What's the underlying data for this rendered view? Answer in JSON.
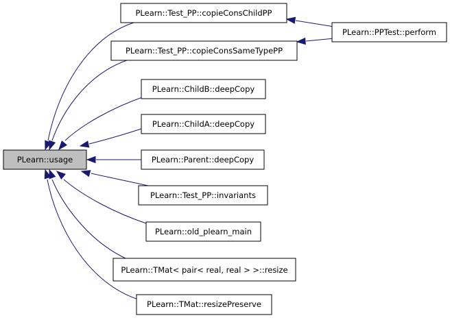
{
  "colors": {
    "edge": "#191970",
    "root_fill": "#bfbfbf",
    "node_fill": "#ffffff",
    "border": "#000000"
  },
  "nodes": {
    "usage": {
      "label": "PLearn::usage",
      "highlighted": true
    },
    "copieConsChildPP": {
      "label": "PLearn::Test_PP::copieConsChildPP"
    },
    "copieConsSameTypePP": {
      "label": "PLearn::Test_PP::copieConsSameTypePP"
    },
    "perform": {
      "label": "PLearn::PPTest::perform"
    },
    "childB": {
      "label": "PLearn::ChildB::deepCopy"
    },
    "childA": {
      "label": "PLearn::ChildA::deepCopy"
    },
    "parent": {
      "label": "PLearn::Parent::deepCopy"
    },
    "invariants": {
      "label": "PLearn::Test_PP::invariants"
    },
    "oldMain": {
      "label": "PLearn::old_plearn_main"
    },
    "tmatResize": {
      "label": "PLearn::TMat< pair< real, real > >::resize"
    },
    "resizePreserve": {
      "label": "PLearn::TMat::resizePreserve"
    }
  },
  "edges": [
    {
      "from": "copieConsChildPP",
      "to": "usage"
    },
    {
      "from": "copieConsSameTypePP",
      "to": "usage"
    },
    {
      "from": "childB",
      "to": "usage"
    },
    {
      "from": "childA",
      "to": "usage"
    },
    {
      "from": "parent",
      "to": "usage"
    },
    {
      "from": "invariants",
      "to": "usage"
    },
    {
      "from": "oldMain",
      "to": "usage"
    },
    {
      "from": "tmatResize",
      "to": "usage"
    },
    {
      "from": "resizePreserve",
      "to": "usage"
    },
    {
      "from": "perform",
      "to": "copieConsChildPP"
    },
    {
      "from": "perform",
      "to": "copieConsSameTypePP"
    }
  ]
}
